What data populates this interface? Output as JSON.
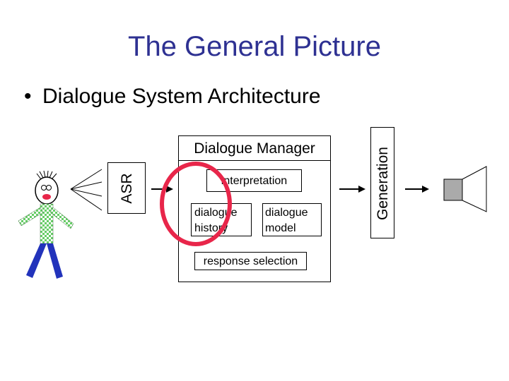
{
  "slide": {
    "title": "The General Picture",
    "bullet": "Dialogue System Architecture"
  },
  "diagram": {
    "asr_label": "ASR",
    "manager_title": "Dialogue Manager",
    "interpretation": "interpretation",
    "dialogue_history_line1": "dialogue",
    "dialogue_history_line2": "history",
    "dialogue_model_line1": "dialogue",
    "dialogue_model_line2": "model",
    "response_selection": "response selection",
    "generation_label": "Generation"
  },
  "colors": {
    "title": "#2e3192",
    "highlight_ellipse": "#e8264a",
    "person_shirt": "#66cc66",
    "person_legs": "#2233bb",
    "speaker": "#aaaaaa"
  }
}
